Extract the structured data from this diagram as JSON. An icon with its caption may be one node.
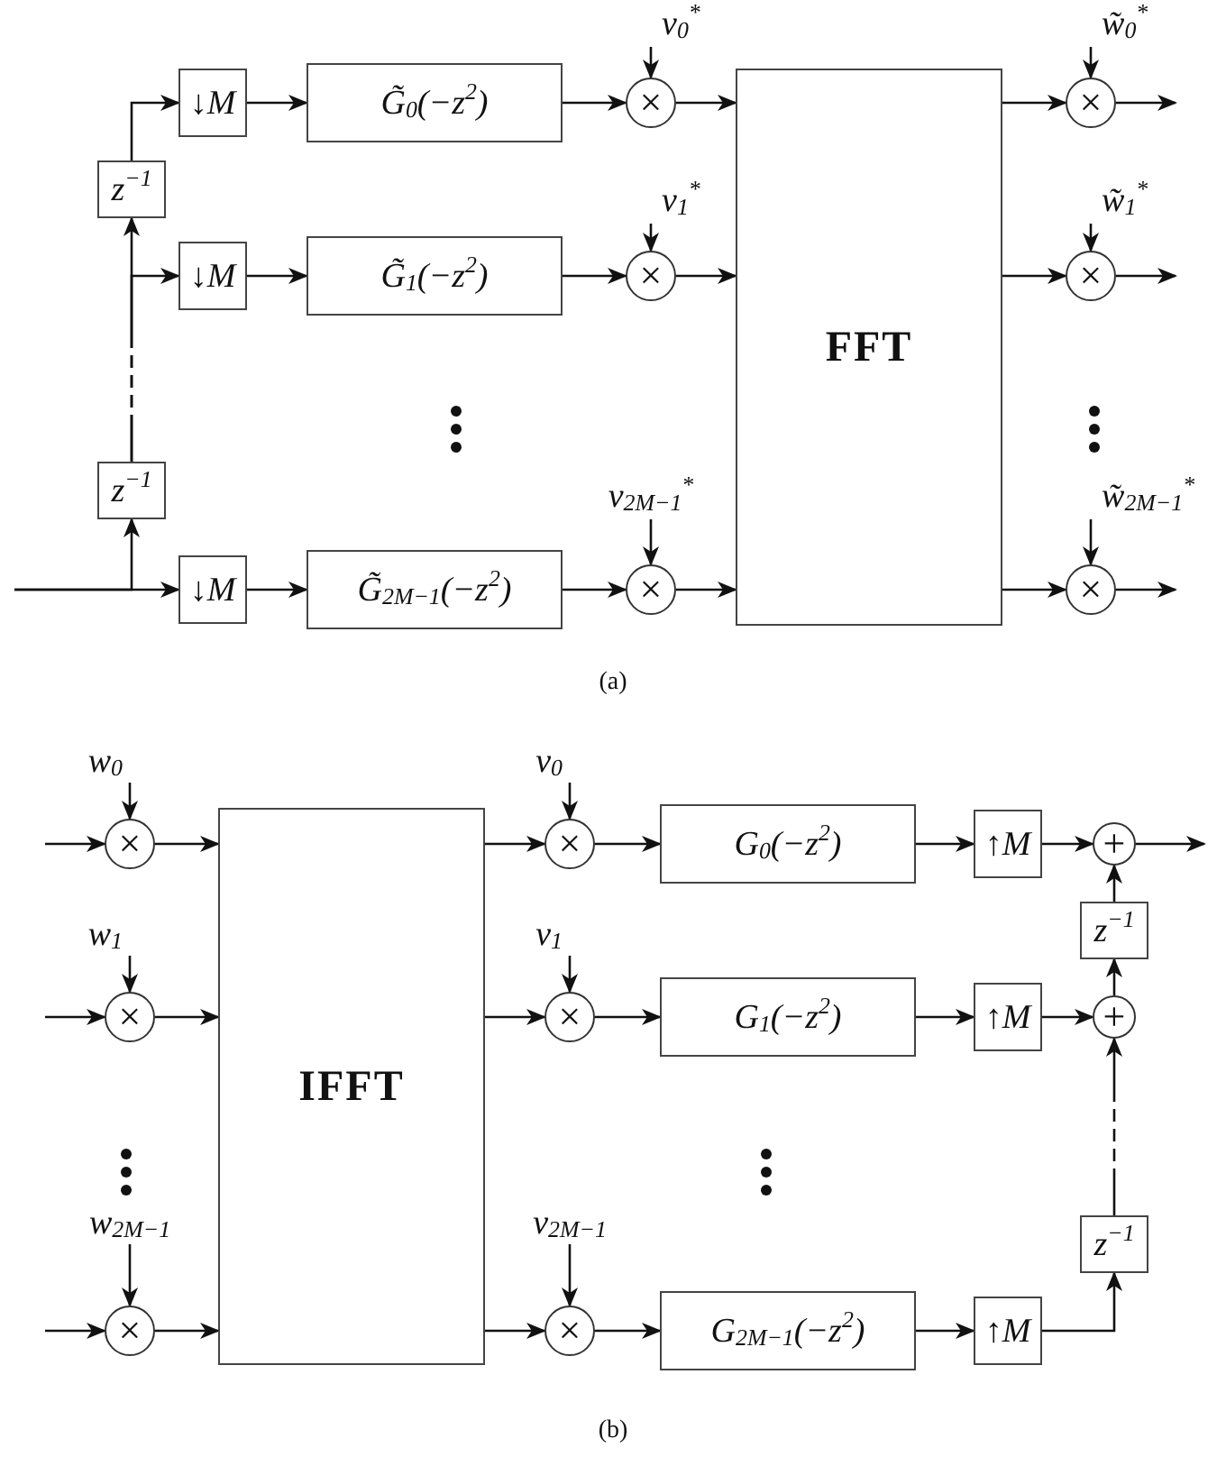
{
  "diagram": {
    "nodes": [
      {
        "text": [
          "z$^{−1}$"
        ]
      },
      {
        "text": [
          "z$^{−1}$"
        ]
      },
      {
        "text": [
          "↓M"
        ]
      },
      {
        "text": [
          "↓M"
        ]
      },
      {
        "text": [
          "↓M"
        ]
      },
      {
        "text": [
          "G̃$_{0}$(−z$^{2}$)"
        ]
      },
      {
        "text": [
          "G̃$_{1}$(−z$^{2}$)"
        ]
      },
      {
        "text": [
          "G̃$_{2M−1}$(−z$^{2}$)"
        ]
      },
      {
        "text": [
          "v$_{0}$$^{*}$"
        ]
      },
      {
        "text": [
          "v$_{1}$$^{*}$"
        ]
      },
      {
        "text": [
          "v$_{2M−1}$$^{*}$"
        ]
      },
      {
        "text": [
          "×"
        ]
      },
      {
        "text": [
          "×"
        ]
      },
      {
        "text": [
          "×"
        ]
      },
      {
        "text": [
          "FFT"
        ]
      },
      {
        "text": [
          "w̃$_{0}$$^{*}$"
        ]
      },
      {
        "text": [
          "w̃$_{1}$$^{*}$"
        ]
      },
      {
        "text": [
          "w̃$_{2M−1}$$^{*}$"
        ]
      },
      {
        "text": [
          "×"
        ]
      },
      {
        "text": [
          "×"
        ]
      },
      {
        "text": [
          "×"
        ]
      },
      {
        "text": [
          "w$_{0}$"
        ]
      },
      {
        "text": [
          "w$_{1}$"
        ]
      },
      {
        "text": [
          "w$_{2M−1}$"
        ]
      },
      {
        "text": [
          "×"
        ]
      },
      {
        "text": [
          "×"
        ]
      },
      {
        "text": [
          "×"
        ]
      },
      {
        "text": [
          "IFFT"
        ]
      },
      {
        "text": [
          "v$_{0}$"
        ]
      },
      {
        "text": [
          "v$_{1}$"
        ]
      },
      {
        "text": [
          "v$_{2M−1}$"
        ]
      },
      {
        "text": [
          "×"
        ]
      },
      {
        "text": [
          "×"
        ]
      },
      {
        "text": [
          "×"
        ]
      },
      {
        "text": [
          "G$_{0}$(−z$^{2}$)"
        ]
      },
      {
        "text": [
          "G$_{1}$(−z$^{2}$)"
        ]
      },
      {
        "text": [
          "G$_{2M−1}$(−z$^{2}$)"
        ]
      },
      {
        "text": [
          "↑M"
        ]
      },
      {
        "text": [
          "↑M"
        ]
      },
      {
        "text": [
          "↑M"
        ]
      },
      {
        "text": [
          "+"
        ]
      },
      {
        "text": [
          "+"
        ]
      },
      {
        "text": [
          "z$^{−1}$"
        ]
      },
      {
        "text": [
          "z$^{−1}$"
        ]
      }
    ],
    "edges": [
      {
        "from": null,
        "to": 4,
        "arrow": "to"
      },
      {
        "from": null,
        "to": 1,
        "arrow": "to"
      },
      {
        "from": 1,
        "to": 3,
        "arrow": "to",
        "style": "dashed"
      },
      {
        "from": 1,
        "to": 0,
        "arrow": "to",
        "style": "dashed"
      },
      {
        "from": 0,
        "to": 2,
        "arrow": "to"
      },
      {
        "from": 2,
        "to": 5,
        "arrow": "to"
      },
      {
        "from": 3,
        "to": 6,
        "arrow": "to"
      },
      {
        "from": 4,
        "to": 7,
        "arrow": "to"
      },
      {
        "from": 5,
        "to": 11,
        "arrow": "to"
      },
      {
        "from": 6,
        "to": 12,
        "arrow": "to"
      },
      {
        "from": 7,
        "to": 13,
        "arrow": "to"
      },
      {
        "from": 8,
        "to": 11,
        "arrow": "to"
      },
      {
        "from": 9,
        "to": 12,
        "arrow": "to"
      },
      {
        "from": 10,
        "to": 13,
        "arrow": "to"
      },
      {
        "from": 11,
        "to": 14,
        "arrow": "to"
      },
      {
        "from": 12,
        "to": 14,
        "arrow": "to"
      },
      {
        "from": 13,
        "to": 14,
        "arrow": "to"
      },
      {
        "from": 14,
        "to": 18,
        "arrow": "to"
      },
      {
        "from": 14,
        "to": 19,
        "arrow": "to"
      },
      {
        "from": 14,
        "to": 20,
        "arrow": "to"
      },
      {
        "from": 15,
        "to": 18,
        "arrow": "to"
      },
      {
        "from": 16,
        "to": 19,
        "arrow": "to"
      },
      {
        "from": 17,
        "to": 20,
        "arrow": "to"
      },
      {
        "from": 18,
        "to": null,
        "arrow": "to"
      },
      {
        "from": 19,
        "to": null,
        "arrow": "to"
      },
      {
        "from": 20,
        "to": null,
        "arrow": "to"
      },
      {
        "from": null,
        "to": 24,
        "arrow": "to"
      },
      {
        "from": null,
        "to": 25,
        "arrow": "to"
      },
      {
        "from": null,
        "to": 26,
        "arrow": "to"
      },
      {
        "from": 21,
        "to": 24,
        "arrow": "to"
      },
      {
        "from": 22,
        "to": 25,
        "arrow": "to"
      },
      {
        "from": 23,
        "to": 26,
        "arrow": "to"
      },
      {
        "from": 24,
        "to": 27,
        "arrow": "to"
      },
      {
        "from": 25,
        "to": 27,
        "arrow": "to"
      },
      {
        "from": 26,
        "to": 27,
        "arrow": "to"
      },
      {
        "from": 27,
        "to": 31,
        "arrow": "to"
      },
      {
        "from": 27,
        "to": 32,
        "arrow": "to"
      },
      {
        "from": 27,
        "to": 33,
        "arrow": "to"
      },
      {
        "from": 28,
        "to": 31,
        "arrow": "to"
      },
      {
        "from": 29,
        "to": 32,
        "arrow": "to"
      },
      {
        "from": 30,
        "to": 33,
        "arrow": "to"
      },
      {
        "from": 31,
        "to": 34,
        "arrow": "to"
      },
      {
        "from": 32,
        "to": 35,
        "arrow": "to"
      },
      {
        "from": 33,
        "to": 36,
        "arrow": "to"
      },
      {
        "from": 34,
        "to": 37,
        "arrow": "to"
      },
      {
        "from": 35,
        "to": 38,
        "arrow": "to"
      },
      {
        "from": 36,
        "to": 39,
        "arrow": "to"
      },
      {
        "from": 37,
        "to": 40,
        "arrow": "to"
      },
      {
        "from": 38,
        "to": 41,
        "arrow": "to"
      },
      {
        "from": 39,
        "to": 43,
        "arrow": "to"
      },
      {
        "from": 43,
        "to": 41,
        "arrow": "to",
        "style": "dashed"
      },
      {
        "from": 41,
        "to": 42,
        "arrow": "to"
      },
      {
        "from": 42,
        "to": 40,
        "arrow": "to"
      },
      {
        "from": 40,
        "to": null,
        "arrow": "to"
      }
    ],
    "labels": [
      "(a)",
      "(b)"
    ]
  }
}
